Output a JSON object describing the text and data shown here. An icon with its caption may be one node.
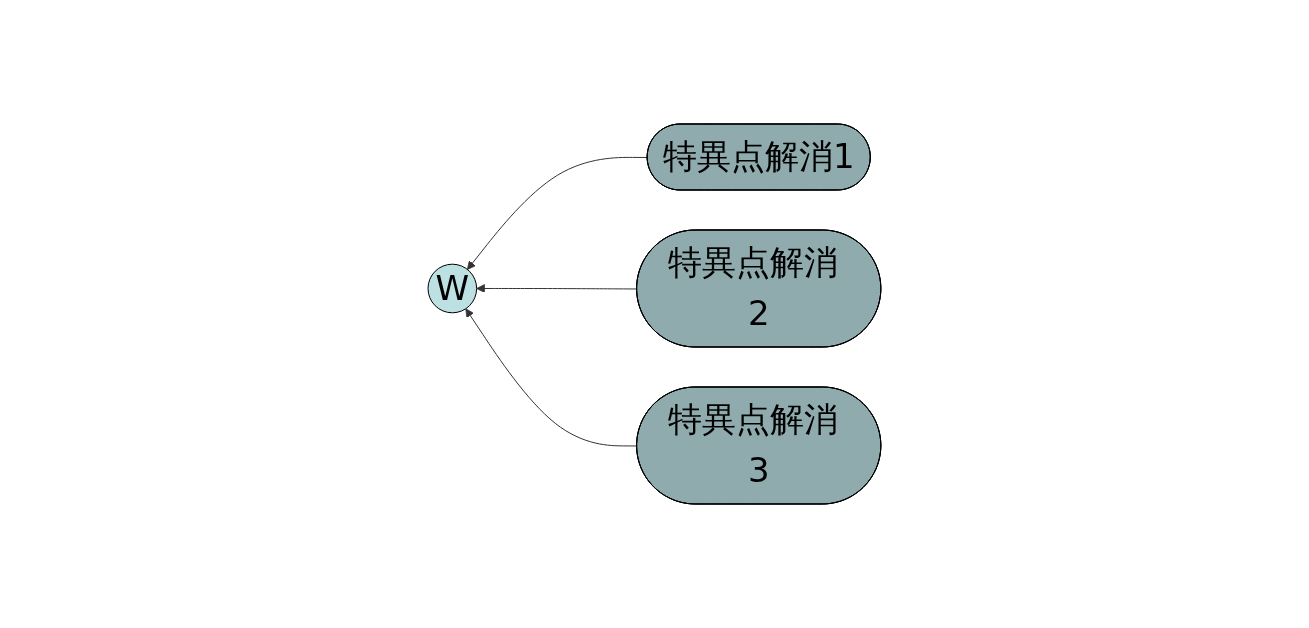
{
  "diagram": {
    "nodes": [
      {
        "text": [
          "W"
        ]
      },
      {
        "text": [
          "特異点解消1"
        ]
      },
      {
        "text": [
          "特異点解消 2"
        ]
      },
      {
        "text": [
          "特異点解消 3"
        ]
      }
    ],
    "edges": [
      {
        "from": 1,
        "to": 0,
        "arrow": "to"
      },
      {
        "from": 2,
        "to": 0,
        "arrow": "to"
      },
      {
        "from": 3,
        "to": 0,
        "arrow": "to"
      }
    ]
  }
}
